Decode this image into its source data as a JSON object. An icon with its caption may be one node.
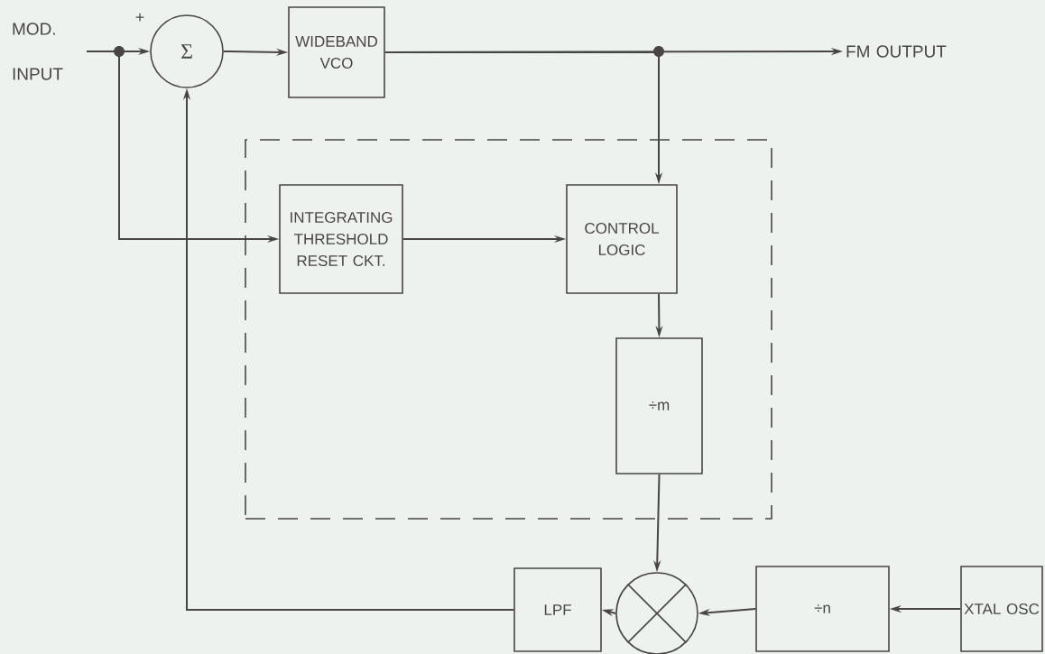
{
  "diagram": {
    "nodes": [
      {
        "text": [
          "MOD. INPUT"
        ]
      },
      {
        "text": [
          "Σ"
        ]
      },
      {
        "text": [
          "WIDEBAND VCO"
        ]
      },
      {
        "text": [
          "FM OUTPUT"
        ]
      },
      {
        "text": [],
        "shape": "box"
      },
      {
        "text": [
          "INTEGRATING THRESHOLD RESET CKT."
        ],
        "in": 4
      },
      {
        "text": [
          "CONTROL LOGIC"
        ],
        "in": 4
      },
      {
        "text": [
          "÷m"
        ],
        "in": 4
      },
      {
        "text": [],
        "shape": "circle"
      },
      {
        "text": [
          "LPF"
        ]
      },
      {
        "text": [
          "÷n"
        ]
      },
      {
        "text": [
          "XTAL OSC"
        ]
      }
    ],
    "edges": [
      {
        "from": 0,
        "to": 1,
        "arrow": "to"
      },
      {
        "from": 1,
        "to": 2,
        "arrow": "to"
      },
      {
        "from": 2,
        "to": 3,
        "arrow": "to"
      },
      {
        "from": 0,
        "to": 5,
        "arrow": "to"
      },
      {
        "from": 2,
        "to": 6,
        "arrow": "to"
      },
      {
        "from": 5,
        "to": 6,
        "arrow": "to"
      },
      {
        "from": 6,
        "to": 7,
        "arrow": "to"
      },
      {
        "from": 7,
        "to": 8,
        "arrow": "to"
      },
      {
        "from": 11,
        "to": 10,
        "arrow": "to"
      },
      {
        "from": 10,
        "to": 8,
        "arrow": "to"
      },
      {
        "from": 8,
        "to": 9,
        "arrow": "to"
      },
      {
        "from": 9,
        "to": 1,
        "arrow": "to"
      }
    ],
    "labels": [
      "+"
    ]
  }
}
